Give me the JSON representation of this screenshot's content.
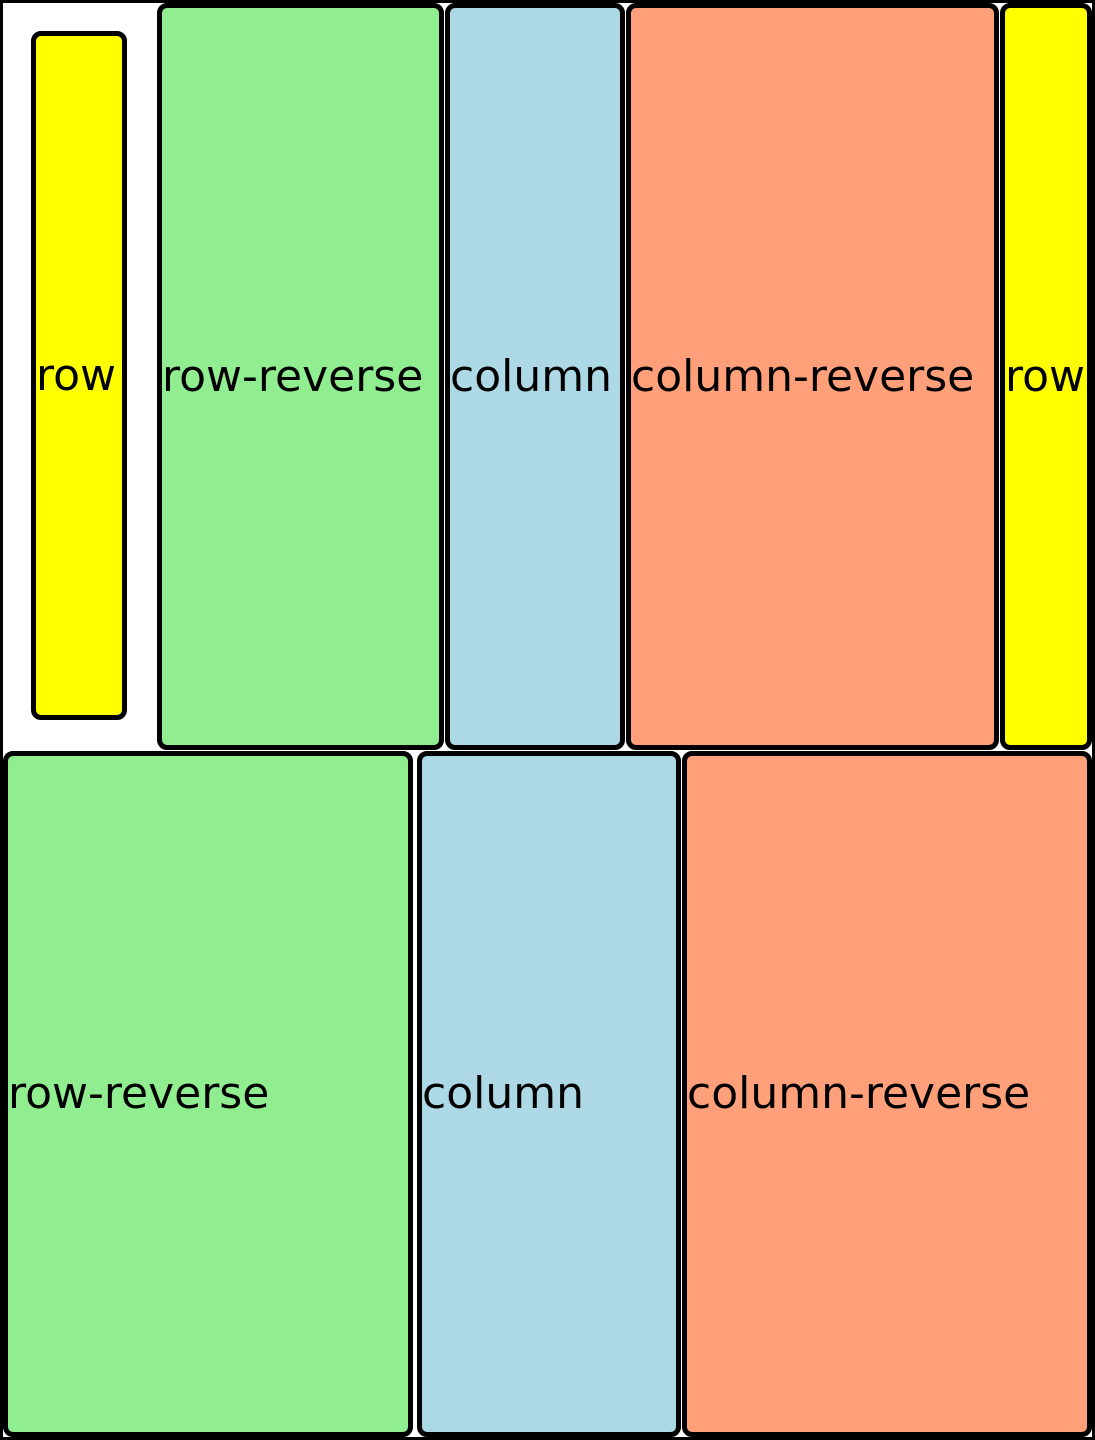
{
  "colors": {
    "row": "#ffff00",
    "row_reverse": "#90ee90",
    "column": "#add8e6",
    "column_reverse": "#ffa07a",
    "border": "#000000",
    "background": "#ffffff"
  },
  "top_row": {
    "items": [
      {
        "label": "row"
      },
      {
        "label": "row-reverse"
      },
      {
        "label": "column"
      },
      {
        "label": "column-reverse"
      },
      {
        "label": "row"
      }
    ]
  },
  "bottom_row": {
    "items": [
      {
        "label": "row-reverse"
      },
      {
        "label": "column"
      },
      {
        "label": "column-reverse"
      }
    ]
  }
}
